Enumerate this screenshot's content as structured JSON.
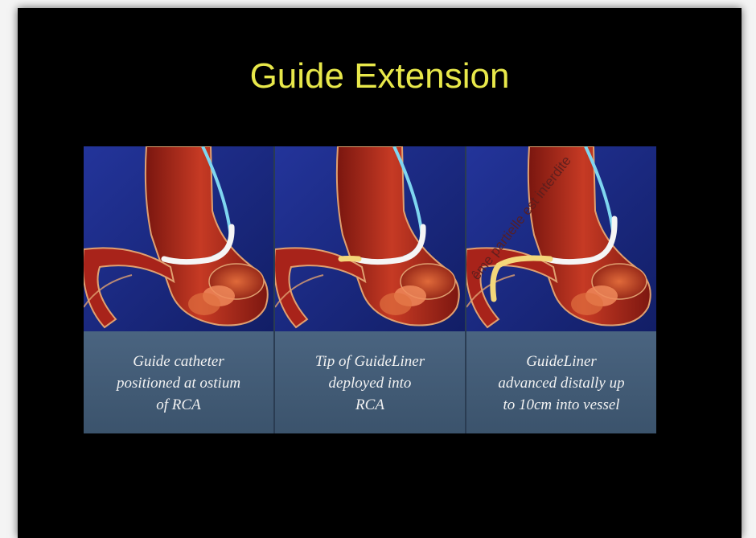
{
  "slide": {
    "title": "Guide Extension"
  },
  "panels": [
    {
      "caption_lines": [
        "Guide catheter",
        "positioned at ostium",
        "of RCA"
      ]
    },
    {
      "caption_lines": [
        "Tip of GuideLiner",
        "deployed into",
        "RCA"
      ]
    },
    {
      "caption_lines": [
        "GuideLiner",
        "advanced distally up",
        "to 10cm into vessel"
      ]
    }
  ],
  "watermark": {
    "text": "ême partielle est interdite"
  },
  "colors": {
    "slide_background": "#000000",
    "title": "#e8e84a",
    "vessel_red": "#b8281c",
    "vessel_blue": "#1c2f8a",
    "catheter_white": "#f5f5f5",
    "wire_cyan": "#7fd6f0",
    "guideliner_yellow": "#f3d77a",
    "caption_band": "#44607c",
    "caption_text": "#f2f2f2"
  }
}
